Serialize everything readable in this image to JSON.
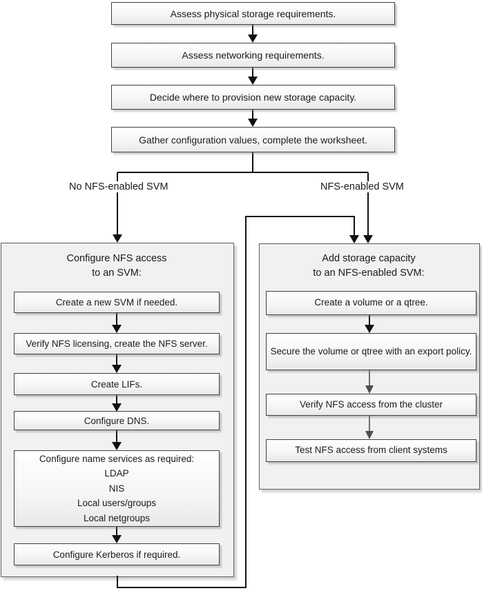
{
  "colors": {
    "box_border": "#404040",
    "container_border": "#595959",
    "container_fill": "#f1f1f1",
    "box_fill_top": "#ffffff",
    "box_fill_bottom": "#e9e9e9",
    "arrow_black": "#111111",
    "arrow_gray": "#4d4d4d",
    "text": "#1a1a1a",
    "background": "#ffffff"
  },
  "flow": {
    "top_steps": [
      {
        "label": "Assess physical storage requirements."
      },
      {
        "label": "Assess networking requirements."
      },
      {
        "label": "Decide where to provision new storage capacity."
      },
      {
        "label": "Gather configuration values, complete the worksheet."
      }
    ],
    "branches": {
      "left_label": "No NFS-enabled SVM",
      "right_label": "NFS-enabled SVM"
    },
    "left_group": {
      "title": [
        "Configure NFS access",
        "to an SVM:"
      ],
      "steps": [
        {
          "label": "Create a new SVM if needed."
        },
        {
          "label": "Verify NFS licensing, create the NFS server."
        },
        {
          "label": "Create LIFs."
        },
        {
          "label": "Configure DNS."
        },
        {
          "lines": [
            "Configure name services as required:",
            "LDAP",
            "NIS",
            "Local users/groups",
            "Local netgroups"
          ]
        },
        {
          "label": "Configure Kerberos if required."
        }
      ]
    },
    "right_group": {
      "title": [
        "Add storage capacity",
        "to an NFS-enabled SVM:"
      ],
      "steps": [
        {
          "label": "Create a volume or a qtree."
        },
        {
          "label": "Secure the volume or qtree with an export policy."
        },
        {
          "label": "Verify NFS access from the cluster"
        },
        {
          "label": "Test NFS access from client systems"
        }
      ]
    }
  }
}
